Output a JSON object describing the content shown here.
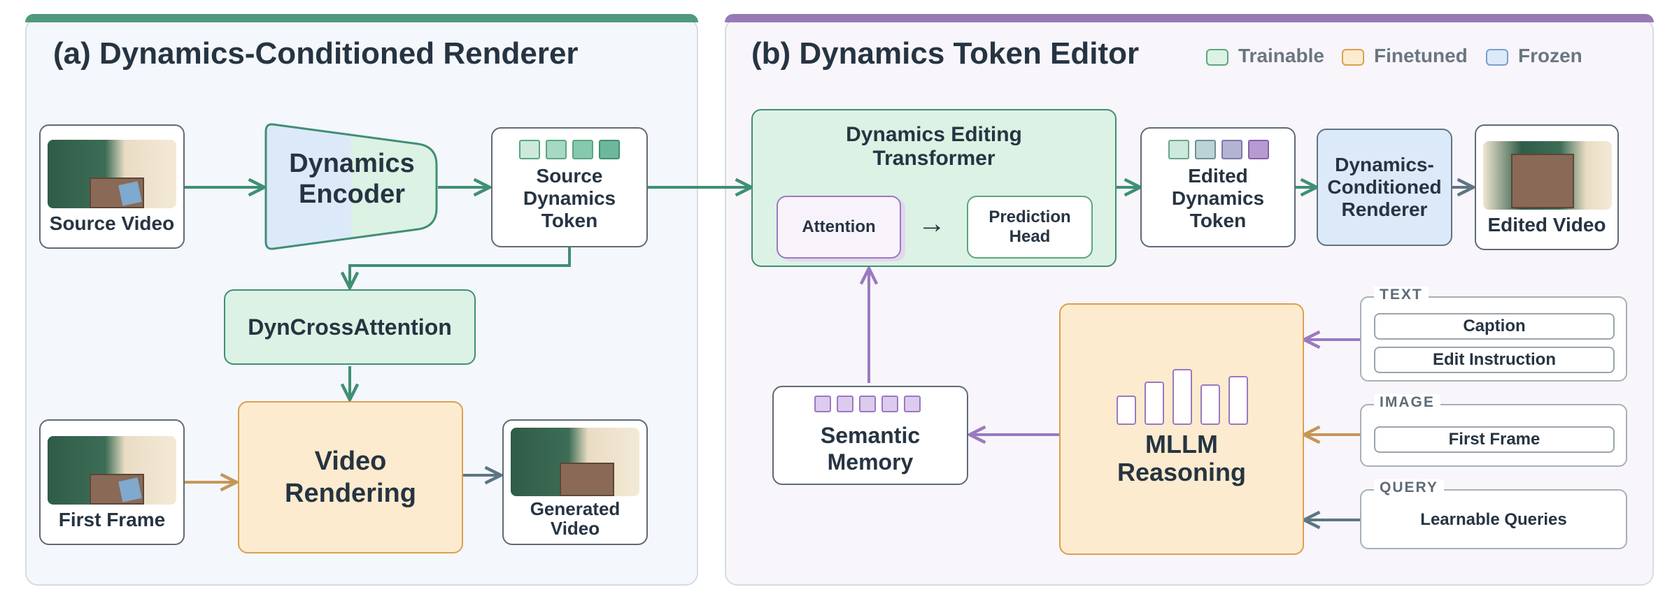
{
  "panel_a": {
    "title": "(a) Dynamics-Conditioned Renderer"
  },
  "panel_b": {
    "title": "(b) Dynamics Token Editor"
  },
  "legend": [
    {
      "label": "Trainable",
      "color": "#dcf2e4",
      "border": "#5aa77e"
    },
    {
      "label": "Finetuned",
      "color": "#fdebcf",
      "border": "#d9a050"
    },
    {
      "label": "Frozen",
      "color": "#dce9f8",
      "border": "#7a9fcf"
    }
  ],
  "nodes": {
    "source_video": "Source Video",
    "dynamics_encoder": "Dynamics\nEncoder",
    "source_dynamics_token": "Source\nDynamics\nToken",
    "dyn_cross_attention": "DynCrossAttention",
    "first_frame": "First Frame",
    "video_rendering": "Video\nRendering",
    "generated_video": "Generated\nVideo",
    "dynamics_editing_transformer": "Dynamics Editing\nTransformer",
    "attention": "Attention",
    "arrow_glyph": "→",
    "prediction_head": "Prediction\nHead",
    "edited_dynamics_token": "Edited\nDynamics\nToken",
    "dynamics_conditioned_renderer": "Dynamics-\nConditioned\nRenderer",
    "edited_video": "Edited Video",
    "semantic_memory": "Semantic\nMemory",
    "mllm_reasoning": "MLLM\nReasoning"
  },
  "inputs": {
    "text_tag": "TEXT",
    "caption": "Caption",
    "edit_instruction": "Edit Instruction",
    "image_tag": "IMAGE",
    "first_frame": "First Frame",
    "query_tag": "QUERY",
    "learnable_queries": "Learnable Queries"
  },
  "colors": {
    "teal": "#3f8f74",
    "orange": "#c59658",
    "slate": "#5d7583",
    "purple": "#9a7abf"
  }
}
